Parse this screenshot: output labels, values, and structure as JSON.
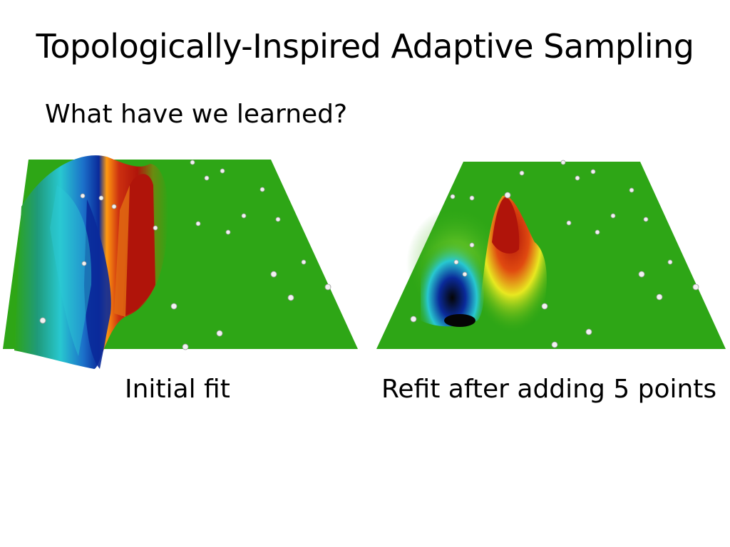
{
  "slide": {
    "title": "Topologically-Inspired Adaptive Sampling",
    "subheading": "What have we learned?"
  },
  "figures": [
    {
      "caption": "Initial fit"
    },
    {
      "caption": "Refit after adding 5 points"
    }
  ],
  "colors": {
    "surface_green": "#2ea616",
    "peak_red": "#b0140a",
    "valley_blue": "#0a2a9a",
    "highlight_yellow": "#e8e820",
    "sample_point": "#f2f2f2"
  }
}
